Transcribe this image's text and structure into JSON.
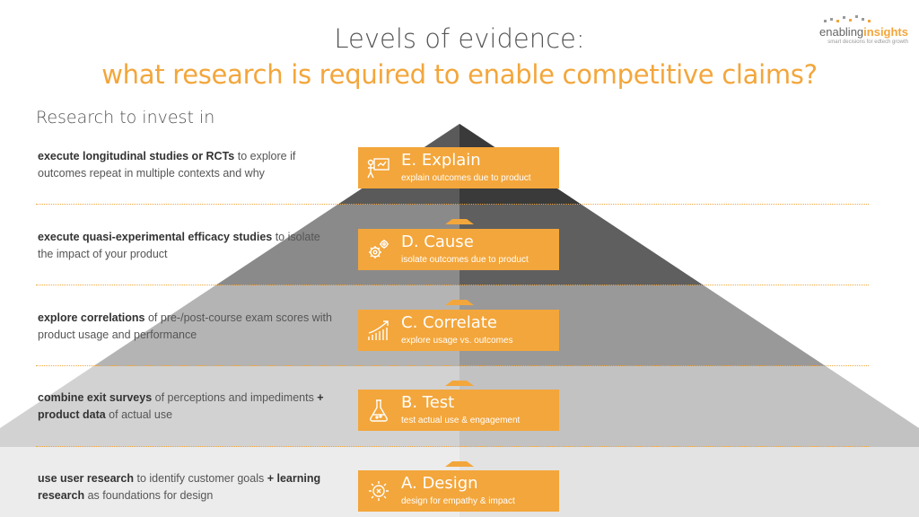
{
  "title_line1": "Levels of evidence:",
  "title_line2": "what research is required to enable competitive claims?",
  "subtitle": "Research to invest in",
  "logo": {
    "word_plain": "enabling",
    "word_bold": "insights",
    "tagline": "smart decisions for edtech growth"
  },
  "rows": [
    {
      "desc_bold": "execute longitudinal studies or RCTs",
      "desc_rest": " to explore if outcomes repeat in multiple contexts and why",
      "level": "E. Explain",
      "level_sub": "explain outcomes due to product",
      "icon": "presentation-board-icon"
    },
    {
      "desc_bold": "execute quasi-experimental efficacy studies",
      "desc_rest": " to isolate the impact of your product",
      "level": "D. Cause",
      "level_sub": "isolate outcomes due to product",
      "icon": "gears-icon"
    },
    {
      "desc_bold": "explore correlations",
      "desc_rest": " of pre-/post-course exam scores with product usage and performance",
      "level": "C. Correlate",
      "level_sub": "explore usage vs. outcomes",
      "icon": "growth-chart-icon"
    },
    {
      "desc_bold": "combine exit surveys",
      "desc_rest": " of perceptions and impediments ",
      "desc_bold2": "+ product data",
      "desc_rest2": " of actual use",
      "level": "B. Test",
      "level_sub": "test actual use & engagement",
      "icon": "flask-icon"
    },
    {
      "desc_bold": "use user research",
      "desc_rest": " to identify customer goals ",
      "desc_bold2": "+ learning research",
      "desc_rest2": " as foundations for design",
      "level": "A. Design",
      "level_sub": "design for empathy & impact",
      "icon": "lightbulb-icon"
    }
  ],
  "colors": {
    "accent": "#f3a63b",
    "text": "#555555",
    "band_top": "#3a3a3a",
    "band_bottom": "#e6e6e6"
  }
}
